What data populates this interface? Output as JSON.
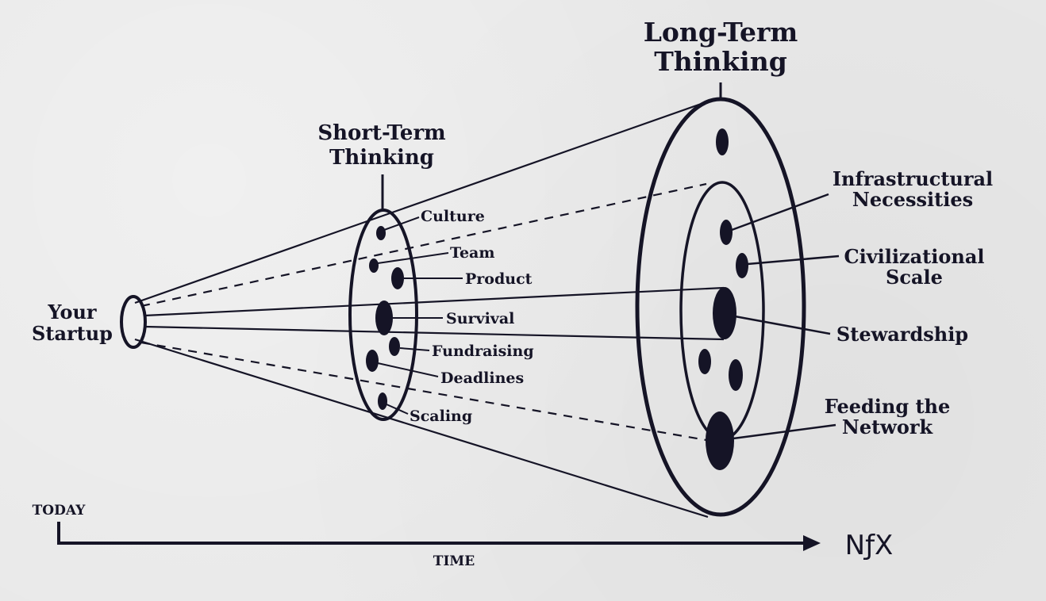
{
  "diagram": {
    "title_long": [
      "Long-Term",
      "Thinking"
    ],
    "title_short": [
      "Short-Term",
      "Thinking"
    ],
    "start_label": [
      "Your",
      "Startup"
    ],
    "short_items": [
      "Culture",
      "Team",
      "Product",
      "Survival",
      "Fundraising",
      "Deadlines",
      "Scaling"
    ],
    "long_items": {
      "infrastructural": [
        "Infrastructural",
        "Necessities"
      ],
      "civilizational": [
        "Civilizational",
        "Scale"
      ],
      "stewardship": "Stewardship",
      "feeding": [
        "Feeding the",
        "Network"
      ]
    },
    "timeline": {
      "today": "TODAY",
      "time": "TIME"
    },
    "logo": "NƒX",
    "colors": {
      "ink": "#151426",
      "paper": "#e8e8e8"
    }
  }
}
